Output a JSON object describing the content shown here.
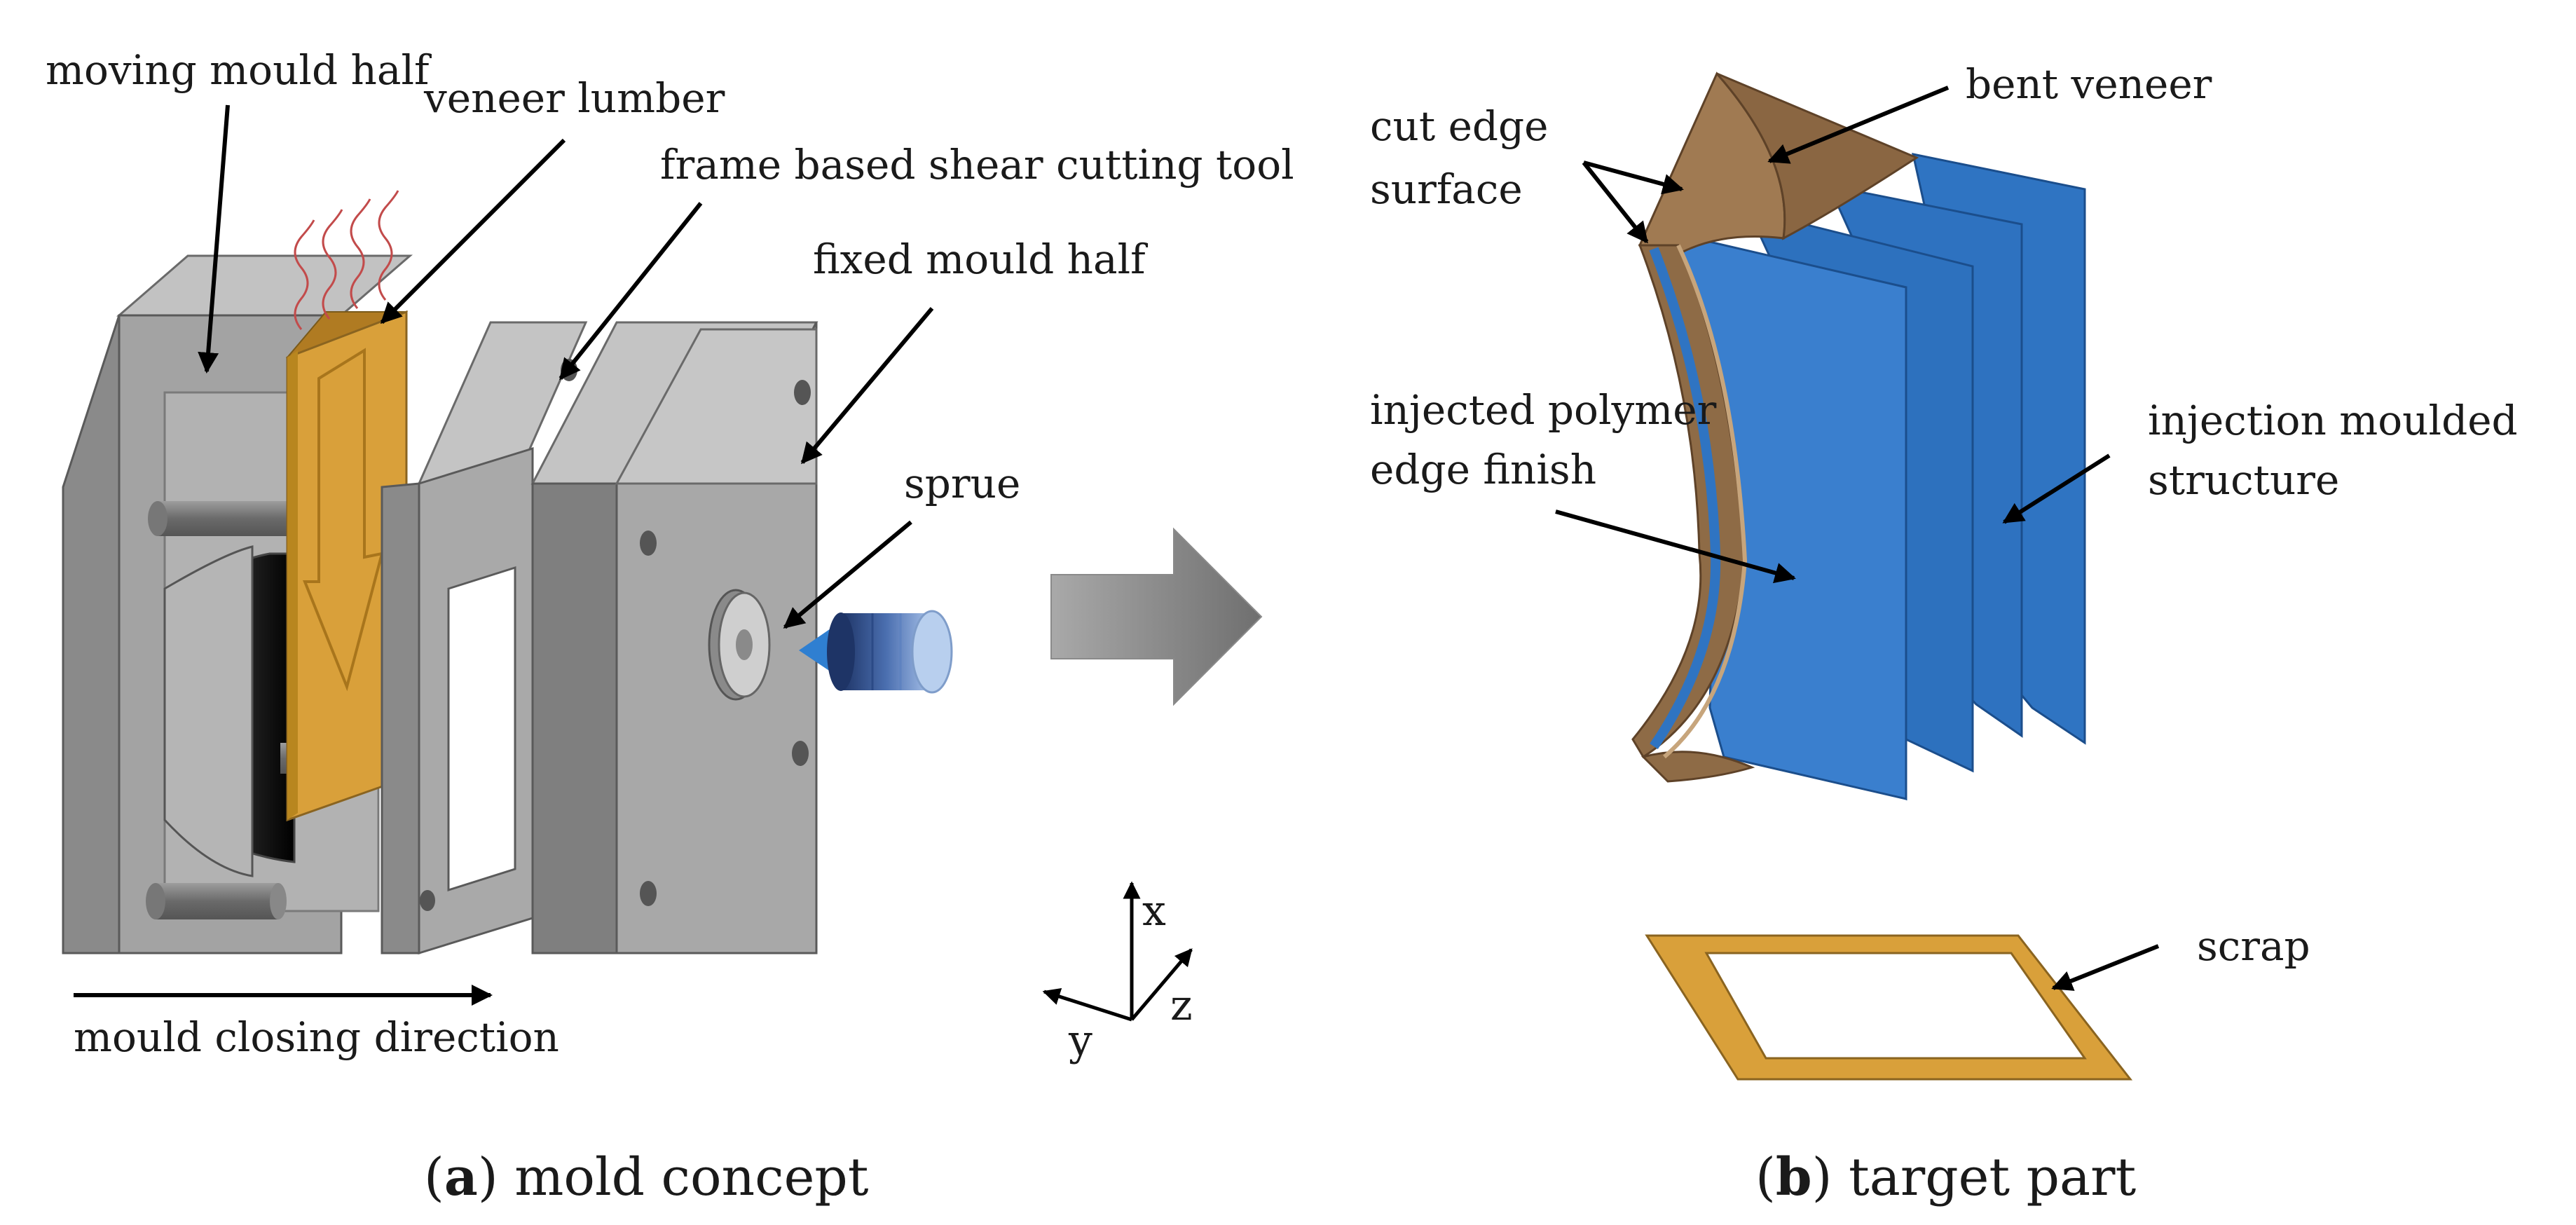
{
  "panel_a": {
    "labels": {
      "moving_mould_half": "moving mould half",
      "veneer_lumber": "veneer lumber",
      "frame_tool": "frame based shear cutting tool",
      "fixed_mould_half": "fixed mould half",
      "sprue": "sprue",
      "closing_direction": "mould closing direction"
    },
    "axes": {
      "x": "x",
      "y": "y",
      "z": "z"
    },
    "caption_letter": "a",
    "caption_text": "mold concept"
  },
  "panel_b": {
    "labels": {
      "cut_edge_1": "cut edge",
      "cut_edge_2": "surface",
      "bent_veneer": "bent veneer",
      "injected_1": "injected polymer",
      "injected_2": "edge finish",
      "moulded_1": "injection moulded",
      "moulded_2": "structure",
      "scrap": "scrap"
    },
    "caption_letter": "b",
    "caption_text": "target part"
  },
  "colors": {
    "mould_grey": "#9a9a9a",
    "veneer_orange": "#d9a03a",
    "polymer_blue": "#2e74c4",
    "veneer_brown": "#8a6642"
  }
}
